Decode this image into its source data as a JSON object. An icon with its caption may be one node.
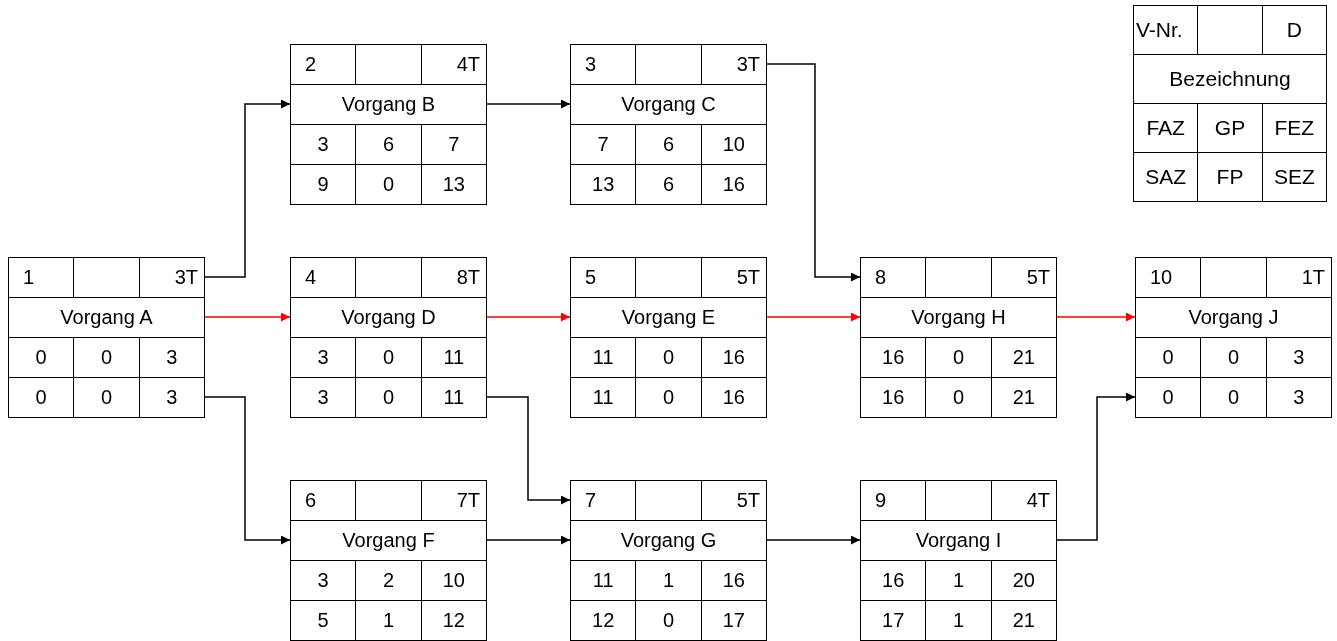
{
  "diagram": {
    "nodes": [
      {
        "text": [
          "1",
          "3T",
          "Vorgang A",
          "0",
          "0",
          "3",
          "0",
          "0",
          "3"
        ]
      },
      {
        "text": [
          "2",
          "4T",
          "Vorgang B",
          "3",
          "6",
          "7",
          "9",
          "0",
          "13"
        ]
      },
      {
        "text": [
          "3",
          "3T",
          "Vorgang C",
          "7",
          "6",
          "10",
          "13",
          "6",
          "16"
        ]
      },
      {
        "text": [
          "4",
          "8T",
          "Vorgang D",
          "3",
          "0",
          "11",
          "3",
          "0",
          "11"
        ]
      },
      {
        "text": [
          "5",
          "5T",
          "Vorgang E",
          "11",
          "0",
          "16",
          "11",
          "0",
          "16"
        ]
      },
      {
        "text": [
          "6",
          "7T",
          "Vorgang F",
          "3",
          "2",
          "10",
          "5",
          "1",
          "12"
        ]
      },
      {
        "text": [
          "7",
          "5T",
          "Vorgang G",
          "11",
          "1",
          "16",
          "12",
          "0",
          "17"
        ]
      },
      {
        "text": [
          "8",
          "5T",
          "Vorgang H",
          "16",
          "0",
          "21",
          "16",
          "0",
          "21"
        ]
      },
      {
        "text": [
          "9",
          "4T",
          "Vorgang I",
          "16",
          "1",
          "20",
          "17",
          "1",
          "21"
        ]
      },
      {
        "text": [
          "10",
          "1T",
          "Vorgang J",
          "0",
          "0",
          "3",
          "0",
          "0",
          "3"
        ]
      },
      {
        "text": [
          "V-Nr.",
          "D",
          "Bezeichnung",
          "FAZ",
          "GP",
          "FEZ",
          "SAZ",
          "FP",
          "SEZ"
        ]
      }
    ],
    "edges": [
      {
        "from": 0,
        "to": 1,
        "arrow": "to"
      },
      {
        "from": 0,
        "to": 3,
        "arrow": "to",
        "color": "#ff0000"
      },
      {
        "from": 0,
        "to": 5,
        "arrow": "to"
      },
      {
        "from": 1,
        "to": 2,
        "arrow": "to"
      },
      {
        "from": 2,
        "to": 7,
        "arrow": "to"
      },
      {
        "from": 3,
        "to": 4,
        "arrow": "to",
        "color": "#ff0000"
      },
      {
        "from": 3,
        "to": 6,
        "arrow": "to"
      },
      {
        "from": 4,
        "to": 7,
        "arrow": "to",
        "color": "#ff0000"
      },
      {
        "from": 5,
        "to": 6,
        "arrow": "to"
      },
      {
        "from": 6,
        "to": 8,
        "arrow": "to"
      },
      {
        "from": 7,
        "to": 9,
        "arrow": "to",
        "color": "#ff0000"
      },
      {
        "from": 8,
        "to": 9,
        "arrow": "to"
      }
    ]
  }
}
